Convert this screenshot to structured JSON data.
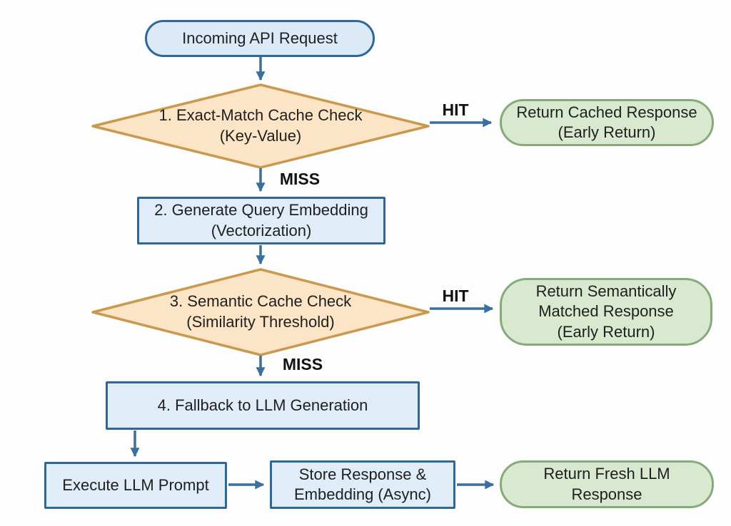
{
  "diagram": {
    "nodes": {
      "start": {
        "label": "Incoming API Request"
      },
      "decision1": {
        "label": "1. Exact-Match Cache Check\n(Key-Value)"
      },
      "process2": {
        "label": "2. Generate Query Embedding\n(Vectorization)"
      },
      "decision3": {
        "label": "3. Semantic Cache Check\n(Similarity Threshold)"
      },
      "process4": {
        "label": "4. Fallback to LLM Generation"
      },
      "execute": {
        "label": "Execute LLM Prompt"
      },
      "store": {
        "label": "Store Response &\nEmbedding (Async)"
      },
      "end_cached": {
        "label": "Return Cached Response\n(Early Return)"
      },
      "end_semantic": {
        "label": "Return Semantically\nMatched Response\n(Early Return)"
      },
      "end_fresh": {
        "label": "Return Fresh LLM\nResponse"
      }
    },
    "edge_labels": {
      "hit1": "HIT",
      "miss1": "MISS",
      "hit2": "HIT",
      "miss2": "MISS"
    },
    "colors": {
      "process_fill": "#e0ecf8",
      "process_border": "#2f6898",
      "decision_fill": "#fbe5c6",
      "decision_border": "#c9994d",
      "terminal_fill": "#d9e9d0",
      "terminal_border": "#86aa79",
      "arrow": "#3a6f9f",
      "text": "#1f1f1f"
    }
  }
}
